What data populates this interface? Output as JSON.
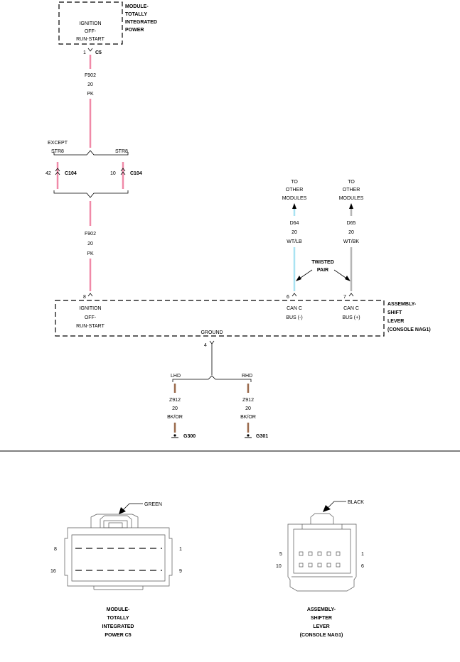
{
  "modules": {
    "tipm": {
      "name_lines": [
        "MODULE-",
        "TOTALLY",
        "INTEGRATED",
        "POWER"
      ],
      "pin_label_lines": [
        "IGNITION",
        "OFF-",
        "RUN-START"
      ],
      "pin": "1",
      "connector": "C5"
    },
    "shifter": {
      "name_lines": [
        "ASSEMBLY-",
        "SHIFT",
        "LEVER",
        "(CONSOLE NAG1)"
      ],
      "pins": [
        {
          "pin": "8",
          "label_lines": [
            "IGNITION",
            "OFF-",
            "RUN-START"
          ]
        },
        {
          "pin": "6",
          "label_lines": [
            "CAN C",
            "BUS (-)"
          ]
        },
        {
          "pin": "7",
          "label_lines": [
            "CAN C",
            "BUS (+)"
          ]
        }
      ],
      "ground_label": "GROUND",
      "ground_pin": "4"
    }
  },
  "wires": {
    "f902_upper": {
      "circuit": "F902",
      "gauge": "20",
      "color_code": "PK",
      "color": "#f08aa8"
    },
    "f902_lower": {
      "circuit": "F902",
      "gauge": "20",
      "color_code": "PK",
      "color": "#f08aa8"
    },
    "d64": {
      "circuit": "D64",
      "gauge": "20",
      "color_code": "WT/LB",
      "color": "#a9e3f2",
      "dest_lines": [
        "TO",
        "OTHER",
        "MODULES"
      ]
    },
    "d65": {
      "circuit": "D65",
      "gauge": "20",
      "color_code": "WT/BK",
      "color": "#b5b5b5",
      "dest_lines": [
        "TO",
        "OTHER",
        "MODULES"
      ]
    },
    "z912_lhd": {
      "circuit": "Z912",
      "gauge": "20",
      "color_code": "BK/OR",
      "color": "#9a6a4c"
    },
    "z912_rhd": {
      "circuit": "Z912",
      "gauge": "20",
      "color_code": "BK/OR",
      "color": "#9a6a4c"
    }
  },
  "variants": {
    "left": {
      "header_lines": [
        "EXCEPT",
        "STR8"
      ],
      "pin": "42",
      "connector": "C104"
    },
    "right": {
      "header": "STR8",
      "pin": "10",
      "connector": "C104"
    },
    "lhd": "LHD",
    "rhd": "RHD"
  },
  "twisted_pair_lines": [
    "TWISTED",
    "PAIR"
  ],
  "grounds": {
    "lhd": "G300",
    "rhd": "G301"
  },
  "connector_views": {
    "tipm_c5": {
      "color_label": "GREEN",
      "pin_numbers": {
        "top_left": "8",
        "top_right": "1",
        "bottom_left": "16",
        "bottom_right": "9"
      },
      "caption_lines": [
        "MODULE-",
        "TOTALLY",
        "INTEGRATED",
        "POWER C5"
      ]
    },
    "shifter": {
      "color_label": "BLACK",
      "pin_numbers": {
        "top_left": "5",
        "top_right": "1",
        "bottom_left": "10",
        "bottom_right": "6"
      },
      "caption_lines": [
        "ASSEMBLY-",
        "SHIFTER",
        "LEVER",
        "(CONSOLE NAG1)"
      ]
    }
  }
}
